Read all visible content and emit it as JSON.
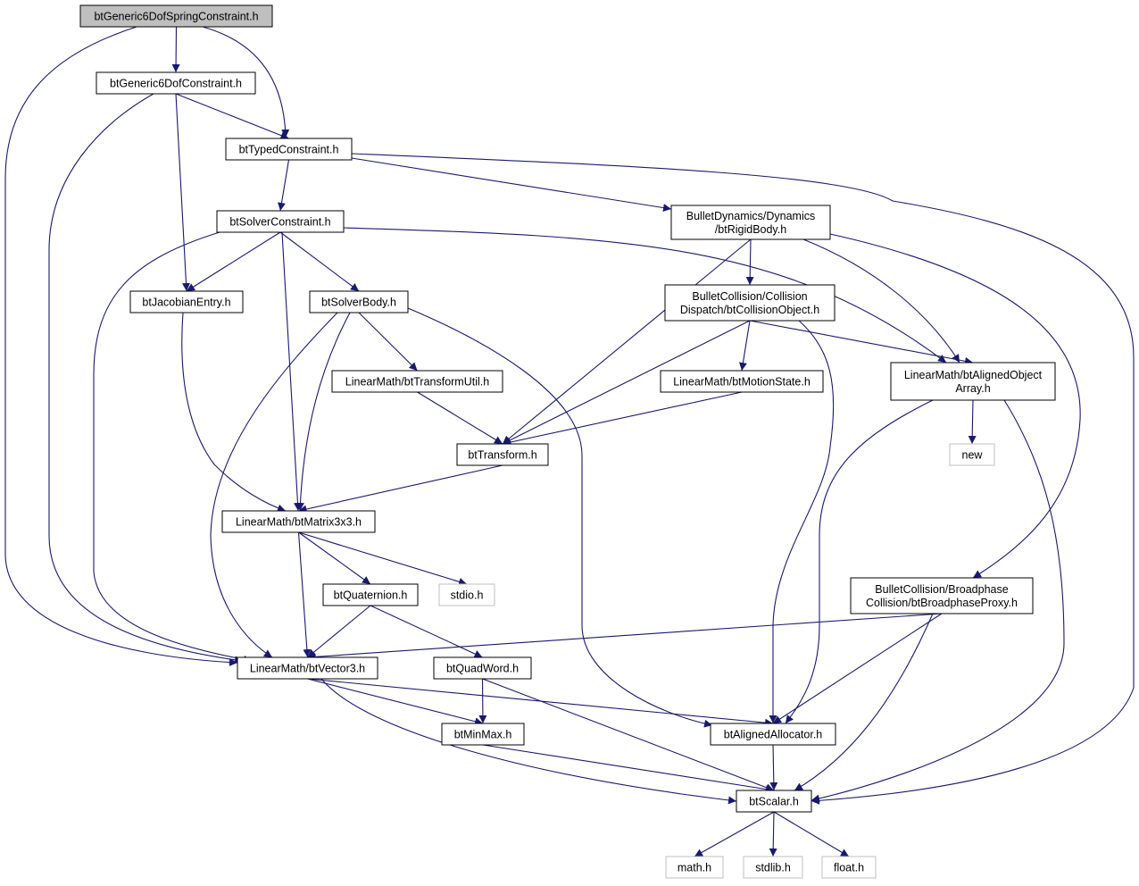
{
  "graph": {
    "nodes": [
      {
        "id": "root",
        "lines": [
          "btGeneric6DofSpringConstraint.h"
        ],
        "kind": "root"
      },
      {
        "id": "g6dof",
        "lines": [
          "btGeneric6DofConstraint.h"
        ],
        "kind": "file"
      },
      {
        "id": "typed",
        "lines": [
          "btTypedConstraint.h"
        ],
        "kind": "file"
      },
      {
        "id": "solverc",
        "lines": [
          "btSolverConstraint.h"
        ],
        "kind": "file"
      },
      {
        "id": "rigid",
        "lines": [
          "BulletDynamics/Dynamics",
          "/btRigidBody.h"
        ],
        "kind": "file"
      },
      {
        "id": "jacob",
        "lines": [
          "btJacobianEntry.h"
        ],
        "kind": "file"
      },
      {
        "id": "solverb",
        "lines": [
          "btSolverBody.h"
        ],
        "kind": "file"
      },
      {
        "id": "collobj",
        "lines": [
          "BulletCollision/Collision",
          "Dispatch/btCollisionObject.h"
        ],
        "kind": "file"
      },
      {
        "id": "tutil",
        "lines": [
          "LinearMath/btTransformUtil.h"
        ],
        "kind": "file"
      },
      {
        "id": "motion",
        "lines": [
          "LinearMath/btMotionState.h"
        ],
        "kind": "file"
      },
      {
        "id": "aoarray",
        "lines": [
          "LinearMath/btAlignedObject",
          "Array.h"
        ],
        "kind": "file"
      },
      {
        "id": "transform",
        "lines": [
          "btTransform.h"
        ],
        "kind": "file"
      },
      {
        "id": "new",
        "lines": [
          "new"
        ],
        "kind": "system"
      },
      {
        "id": "matrix",
        "lines": [
          "LinearMath/btMatrix3x3.h"
        ],
        "kind": "file"
      },
      {
        "id": "quat",
        "lines": [
          "btQuaternion.h"
        ],
        "kind": "file"
      },
      {
        "id": "stdio",
        "lines": [
          "stdio.h"
        ],
        "kind": "system"
      },
      {
        "id": "bproxy",
        "lines": [
          "BulletCollision/Broadphase",
          "Collision/btBroadphaseProxy.h"
        ],
        "kind": "file"
      },
      {
        "id": "vector",
        "lines": [
          "LinearMath/btVector3.h"
        ],
        "kind": "file"
      },
      {
        "id": "qword",
        "lines": [
          "btQuadWord.h"
        ],
        "kind": "file"
      },
      {
        "id": "minmax",
        "lines": [
          "btMinMax.h"
        ],
        "kind": "file"
      },
      {
        "id": "alloc",
        "lines": [
          "btAlignedAllocator.h"
        ],
        "kind": "file"
      },
      {
        "id": "scalar",
        "lines": [
          "btScalar.h"
        ],
        "kind": "file"
      },
      {
        "id": "math",
        "lines": [
          "math.h"
        ],
        "kind": "system"
      },
      {
        "id": "stdlib",
        "lines": [
          "stdlib.h"
        ],
        "kind": "system"
      },
      {
        "id": "float",
        "lines": [
          "float.h"
        ],
        "kind": "system"
      }
    ],
    "edges": [
      [
        "root",
        "g6dof"
      ],
      [
        "root",
        "typed"
      ],
      [
        "root",
        "vector"
      ],
      [
        "g6dof",
        "typed"
      ],
      [
        "g6dof",
        "jacob"
      ],
      [
        "g6dof",
        "vector"
      ],
      [
        "typed",
        "solverc"
      ],
      [
        "typed",
        "rigid"
      ],
      [
        "typed",
        "scalar"
      ],
      [
        "solverc",
        "jacob"
      ],
      [
        "solverc",
        "solverb"
      ],
      [
        "solverc",
        "matrix"
      ],
      [
        "solverc",
        "vector"
      ],
      [
        "solverc",
        "aoarray"
      ],
      [
        "rigid",
        "collobj"
      ],
      [
        "rigid",
        "transform"
      ],
      [
        "rigid",
        "aoarray"
      ],
      [
        "rigid",
        "bproxy"
      ],
      [
        "jacob",
        "matrix"
      ],
      [
        "solverb",
        "tutil"
      ],
      [
        "solverb",
        "matrix"
      ],
      [
        "solverb",
        "vector"
      ],
      [
        "solverb",
        "alloc"
      ],
      [
        "collobj",
        "motion"
      ],
      [
        "collobj",
        "transform"
      ],
      [
        "collobj",
        "aoarray"
      ],
      [
        "collobj",
        "alloc"
      ],
      [
        "tutil",
        "transform"
      ],
      [
        "motion",
        "transform"
      ],
      [
        "aoarray",
        "new"
      ],
      [
        "aoarray",
        "alloc"
      ],
      [
        "aoarray",
        "scalar"
      ],
      [
        "transform",
        "matrix"
      ],
      [
        "matrix",
        "quat"
      ],
      [
        "matrix",
        "stdio"
      ],
      [
        "matrix",
        "vector"
      ],
      [
        "quat",
        "vector"
      ],
      [
        "quat",
        "qword"
      ],
      [
        "bproxy",
        "vector"
      ],
      [
        "bproxy",
        "alloc"
      ],
      [
        "bproxy",
        "scalar"
      ],
      [
        "vector",
        "minmax"
      ],
      [
        "vector",
        "alloc"
      ],
      [
        "vector",
        "scalar"
      ],
      [
        "qword",
        "minmax"
      ],
      [
        "qword",
        "scalar"
      ],
      [
        "minmax",
        "scalar"
      ],
      [
        "alloc",
        "scalar"
      ],
      [
        "scalar",
        "math"
      ],
      [
        "scalar",
        "stdlib"
      ],
      [
        "scalar",
        "float"
      ]
    ]
  }
}
